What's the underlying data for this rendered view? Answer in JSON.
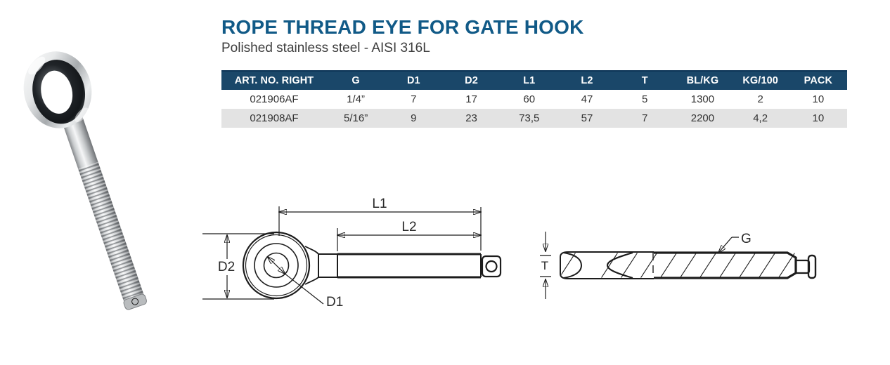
{
  "product": {
    "title": "ROPE THREAD EYE FOR GATE HOOK",
    "subtitle": "Polished stainless steel - AISI 316L"
  },
  "table": {
    "columns": [
      "ART. NO. RIGHT",
      "G",
      "D1",
      "D2",
      "L1",
      "L2",
      "T",
      "BL/KG",
      "KG/100",
      "PACK"
    ],
    "rows": [
      [
        "021906AF",
        "1/4”",
        "7",
        "17",
        "60",
        "47",
        "5",
        "1300",
        "2",
        "10"
      ],
      [
        "021908AF",
        "5/16”",
        "9",
        "23",
        "73,5",
        "57",
        "7",
        "2200",
        "4,2",
        "10"
      ]
    ]
  },
  "diagrams": {
    "side_view_labels": {
      "l1": "L1",
      "l2": "L2",
      "d1": "D1",
      "d2": "D2"
    },
    "top_view_labels": {
      "t": "T",
      "g": "G"
    }
  },
  "colors": {
    "title_blue": "#115a87",
    "table_header_navy": "#1a4769",
    "table_row_alt_gray": "#e3e3e3",
    "hatch_blue": "#9396c5",
    "diagram_line": "#1c1c1c"
  }
}
